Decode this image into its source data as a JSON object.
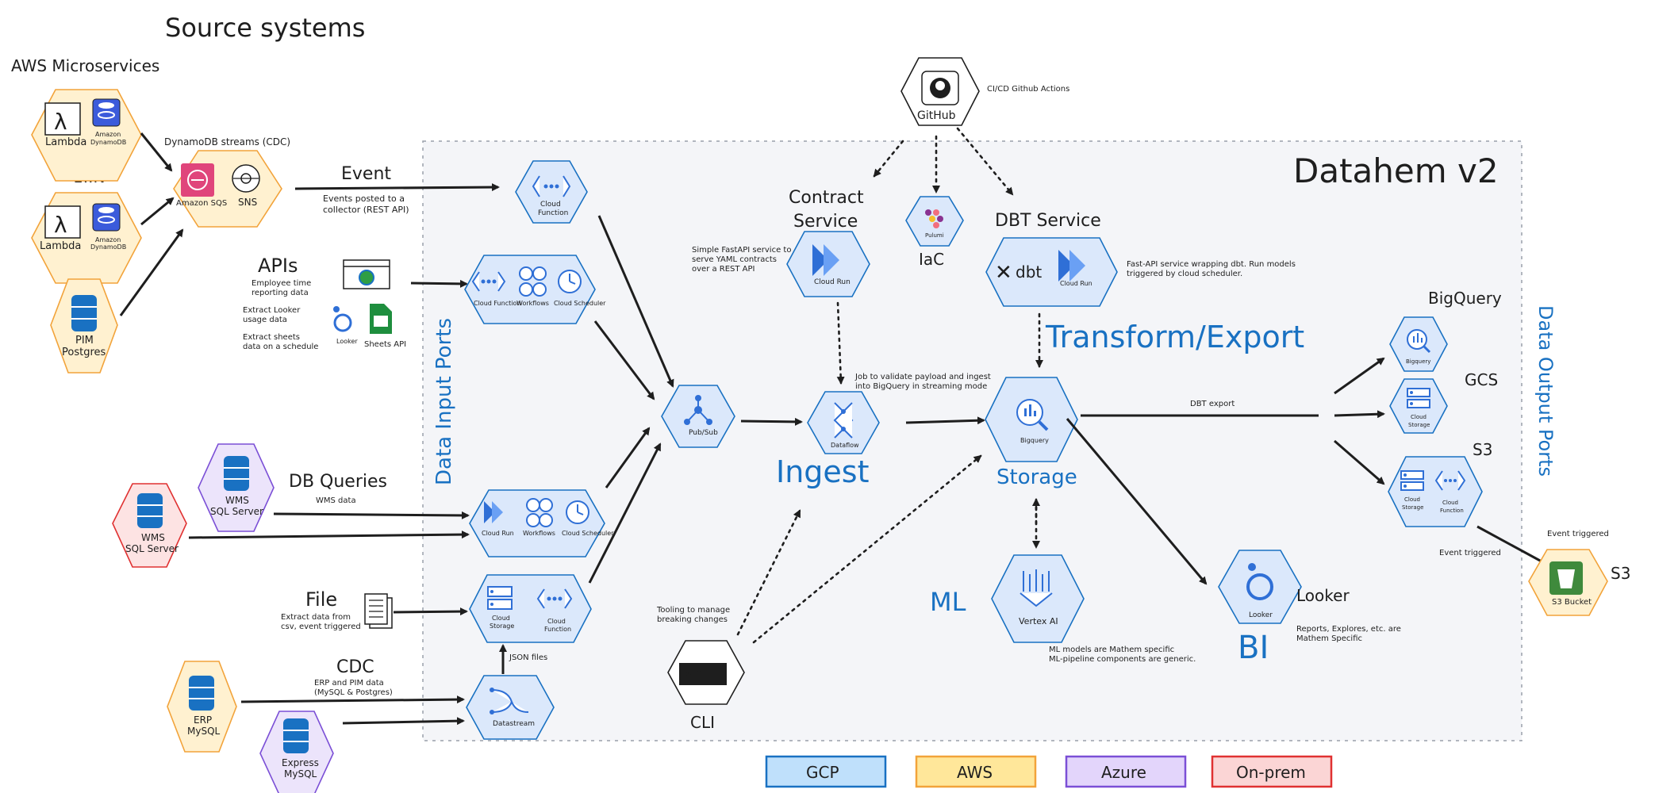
{
  "title": "Datahem v2",
  "source_systems_title": "Source systems",
  "aws_microservices": {
    "title": "AWS Microservices",
    "multiplicity": "1..N",
    "lambda": "Lambda",
    "dynamodb": [
      "Amazon",
      "DynamoDB"
    ],
    "streams": "DynamoDB streams (CDC)",
    "sqs": "Amazon SQS",
    "sns": "SNS"
  },
  "pim_postgres": [
    "PIM",
    "Postgres"
  ],
  "event": {
    "title": "Event",
    "desc": [
      "Events posted to a",
      "collector (REST API)"
    ],
    "cloud_function": [
      "Cloud",
      "Function"
    ]
  },
  "apis": {
    "title": "APIs",
    "notes": [
      "Employee time",
      "reporting data",
      "Extract Looker",
      "usage data",
      "Extract sheets",
      "data on a schedule"
    ],
    "looker": "Looker",
    "sheets": "Sheets API",
    "services": [
      "Cloud Function",
      "Workflows",
      "Cloud Scheduler"
    ]
  },
  "db_queries": {
    "title": "DB Queries",
    "desc": "WMS data",
    "wms_azure": [
      "WMS",
      "SQL Server"
    ],
    "wms_onprem": [
      "WMS",
      "SQL Server"
    ],
    "services": [
      "Cloud Run",
      "Workflows",
      "Cloud Scheduler"
    ]
  },
  "file": {
    "title": "File",
    "desc": [
      "Extract data from",
      "csv, event triggered"
    ],
    "storage": [
      "Cloud",
      "Storage"
    ],
    "function": [
      "Cloud",
      "Function"
    ],
    "json": "JSON files"
  },
  "cdc": {
    "title": "CDC",
    "desc": [
      "ERP and PIM data",
      "(MySQL & Postgres)"
    ],
    "erp": [
      "ERP",
      "MySQL"
    ],
    "express": [
      "Express",
      "MySQL"
    ],
    "datastream": "Datastream"
  },
  "input_ports": "Data Input Ports",
  "output_ports": "Data Output Ports",
  "pubsub": "Pub/Sub",
  "github": {
    "label": "GitHub",
    "desc": "CI/CD Github Actions"
  },
  "contract_service": {
    "title": [
      "Contract",
      "Service"
    ],
    "desc": [
      "Simple FastAPI service to",
      "serve YAML contracts",
      "over a REST API"
    ],
    "service": "Cloud Run"
  },
  "iac": {
    "label": "IaC",
    "service": "Pulumi"
  },
  "dbt_service": {
    "title": "DBT Service",
    "desc": [
      "Fast-API service wrapping dbt. Run models",
      "triggered by cloud scheduler."
    ],
    "dbt": "dbt",
    "service": "Cloud Run"
  },
  "transform": "Transform/Export",
  "dataflow": {
    "service": "Dataflow",
    "desc": [
      "Job to validate payload and ingest",
      "into BigQuery in streaming mode"
    ]
  },
  "ingest": "Ingest",
  "storage": {
    "label": "Storage",
    "service": "Bigquery"
  },
  "dbt_export": "DBT export",
  "outputs": {
    "bigquery_title": "BigQuery",
    "bigquery": "Bigquery",
    "gcs_title": "GCS",
    "gcs": [
      "Cloud",
      "Storage"
    ],
    "s3_title": "S3",
    "s3_storage": [
      "Cloud",
      "Storage"
    ],
    "s3_function": [
      "Cloud",
      "Function"
    ],
    "event_triggered_1": "Event triggered",
    "event_triggered_2": "Event triggered",
    "s3_bucket_title": "S3",
    "s3_bucket": "S3 Bucket"
  },
  "ml": {
    "label": "ML",
    "service": "Vertex AI",
    "desc": [
      "ML models are Mathem specific",
      "ML-pipeline components are generic."
    ]
  },
  "bi": {
    "label": "BI",
    "title": "Looker",
    "service": "Looker",
    "desc": [
      "Reports, Explores, etc. are",
      "Mathem Specific"
    ]
  },
  "cli": {
    "label": "CLI",
    "prompt": "> CLI",
    "desc": [
      "Tooling to manage",
      "breaking changes"
    ]
  },
  "legend": [
    "GCP",
    "AWS",
    "Azure",
    "On-prem"
  ],
  "colors": {
    "gcp": "#1971c2",
    "aws": "#f2a33a",
    "azure": "#7b4fd6",
    "onprem": "#e03131"
  }
}
